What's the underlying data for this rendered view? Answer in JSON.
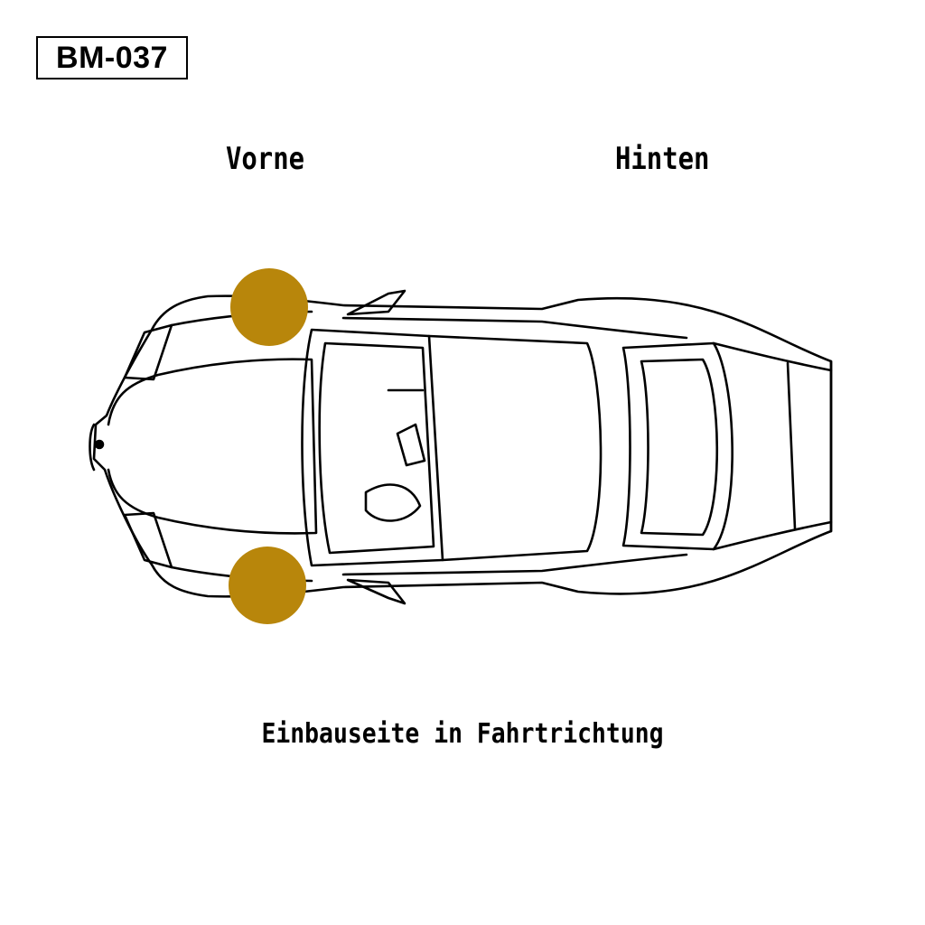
{
  "code": "BM-037",
  "labels": {
    "front": "Vorne",
    "rear": "Hinten"
  },
  "caption": "Einbauseite in Fahrtrichtung",
  "marker": {
    "color": "#B8860B",
    "positions": [
      "front-left",
      "front-right"
    ]
  },
  "icons": {
    "vehicle": "car-top-view-icon",
    "marker": "position-marker-dot"
  }
}
